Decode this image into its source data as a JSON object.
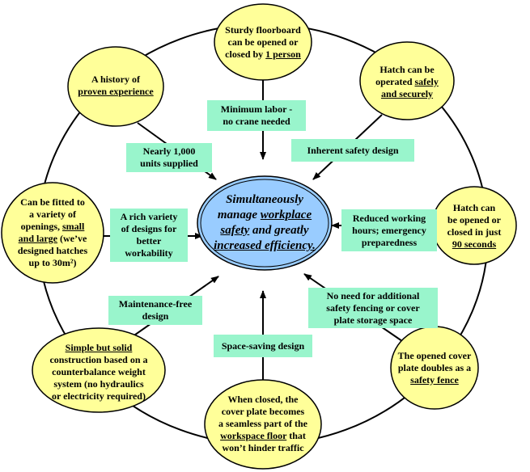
{
  "colors": {
    "node_fill": "#ffff99",
    "center_fill": "#99ccff",
    "label_fill": "#99f5cc",
    "line": "#000000"
  },
  "center": {
    "line1": "Simultaneously",
    "line2a": "manage ",
    "line2b": "workplace",
    "line3a": "safety",
    "line3b": " and greatly",
    "line4": "increased efficiency."
  },
  "nodes": {
    "top": {
      "l1": "Sturdy floorboard",
      "l2": "can be opened or",
      "l3a": "closed by ",
      "l3b": "1 person"
    },
    "top_left": {
      "l1": "A history of",
      "l2": "proven experience"
    },
    "top_right": {
      "l1": "Hatch can be",
      "l2a": "operated ",
      "l2b": "safely",
      "l3": "and securely"
    },
    "left": {
      "l1": "Can be fitted to",
      "l2": "a variety of",
      "l3a": "openings, ",
      "l3b": "small",
      "l4": "and large",
      "l4b": " (we’ve",
      "l5": "designed hatches",
      "l6": "up to 30m²)"
    },
    "right": {
      "l1": "Hatch can",
      "l2": "be opened or",
      "l3": "closed in just",
      "l4": "90 seconds"
    },
    "bottom_left": {
      "l1": "Simple but solid",
      "l2": "construction based on a",
      "l3": "counterbalance weight",
      "l4": "system (no hydraulics",
      "l5": "or electricity required)"
    },
    "bottom_right": {
      "l1": "The opened cover",
      "l2": "plate doubles as a",
      "l3": "safety fence"
    },
    "bottom": {
      "l1": "When closed, the",
      "l2": "cover plate becomes",
      "l3": "a seamless part of the",
      "l4": "workspace floor",
      "l4b": " that",
      "l5": "won’t hinder traffic"
    }
  },
  "labels": {
    "top": {
      "l1": "Minimum labor -",
      "l2": "no crane needed"
    },
    "top_left": {
      "l1": "Nearly 1,000",
      "l2": "units supplied"
    },
    "top_right": {
      "l1": "Inherent safety design"
    },
    "left": {
      "l1": "A rich variety",
      "l2": "of designs for",
      "l3": "better",
      "l4": "workability"
    },
    "right": {
      "l1": "Reduced working",
      "l2": "hours; emergency",
      "l3": "preparedness"
    },
    "bottom_left": {
      "l1": "Maintenance-free",
      "l2": "design"
    },
    "bottom_right": {
      "l1": "No need for additional",
      "l2": "safety fencing or cover",
      "l3": "plate storage space"
    },
    "bottom": {
      "l1": "Space-saving design"
    }
  }
}
